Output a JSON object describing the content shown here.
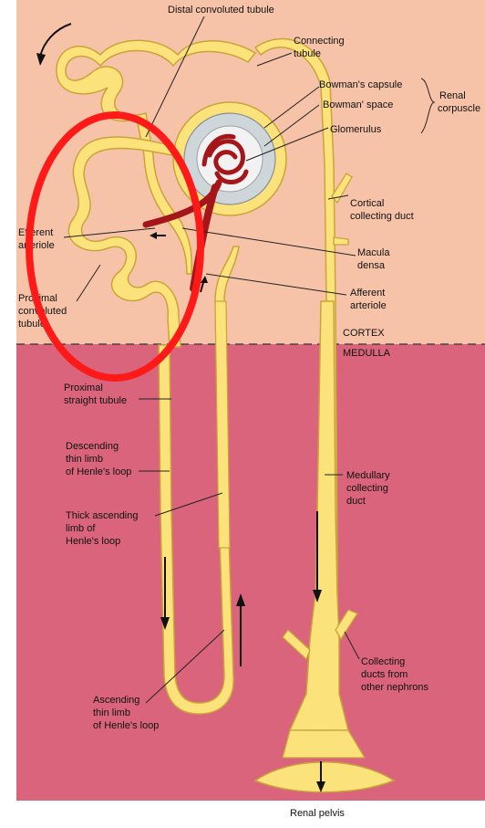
{
  "labels": {
    "distal_convoluted_tubule": "Distal convoluted tubule",
    "connecting_tubule_1": "Connecting",
    "connecting_tubule_2": "tubule",
    "bowmans_capsule": "Bowman's capsule",
    "bowmans_space": "Bowman' space",
    "glomerulus": "Glomerulus",
    "renal_corpuscle_1": "Renal",
    "renal_corpuscle_2": "corpuscle",
    "efferent_arteriole_1": "Efferent",
    "efferent_arteriole_2": "arteriole",
    "cortical_collecting_duct_1": "Cortical",
    "cortical_collecting_duct_2": "collecting duct",
    "macula_densa_1": "Macula",
    "macula_densa_2": "densa",
    "afferent_arteriole_1": "Afferent",
    "afferent_arteriole_2": "arteriole",
    "proximal_convoluted_tubule_1": "Proximal",
    "proximal_convoluted_tubule_2": "convoluted",
    "proximal_convoluted_tubule_3": "tubule",
    "cortex": "CORTEX",
    "medulla": "MEDULLA",
    "proximal_straight_tubule_1": "Proximal",
    "proximal_straight_tubule_2": "straight tubule",
    "descending_thin_limb_1": "Descending",
    "descending_thin_limb_2": "thin limb",
    "descending_thin_limb_3": "of Henle's loop",
    "medullary_collecting_duct_1": "Medullary",
    "medullary_collecting_duct_2": "collecting",
    "medullary_collecting_duct_3": "duct",
    "thick_ascending_limb_1": "Thick ascending",
    "thick_ascending_limb_2": "limb of",
    "thick_ascending_limb_3": "Henle's loop",
    "collecting_ducts_other_1": "Collecting",
    "collecting_ducts_other_2": "ducts from",
    "collecting_ducts_other_3": "other nephrons",
    "ascending_thin_limb_1": "Ascending",
    "ascending_thin_limb_2": "thin limb",
    "ascending_thin_limb_3": "of Henle's loop",
    "renal_pelvis": "Renal pelvis"
  },
  "colors": {
    "cortex_bg": "#f6c3a8",
    "medulla_bg": "#d9647c",
    "tubule_fill": "#fbe27a",
    "tubule_edge": "#c9a43a",
    "vessel": "#a4161a",
    "capsule": "#cfd6d9",
    "highlight_circle": "#ff1a1a"
  }
}
